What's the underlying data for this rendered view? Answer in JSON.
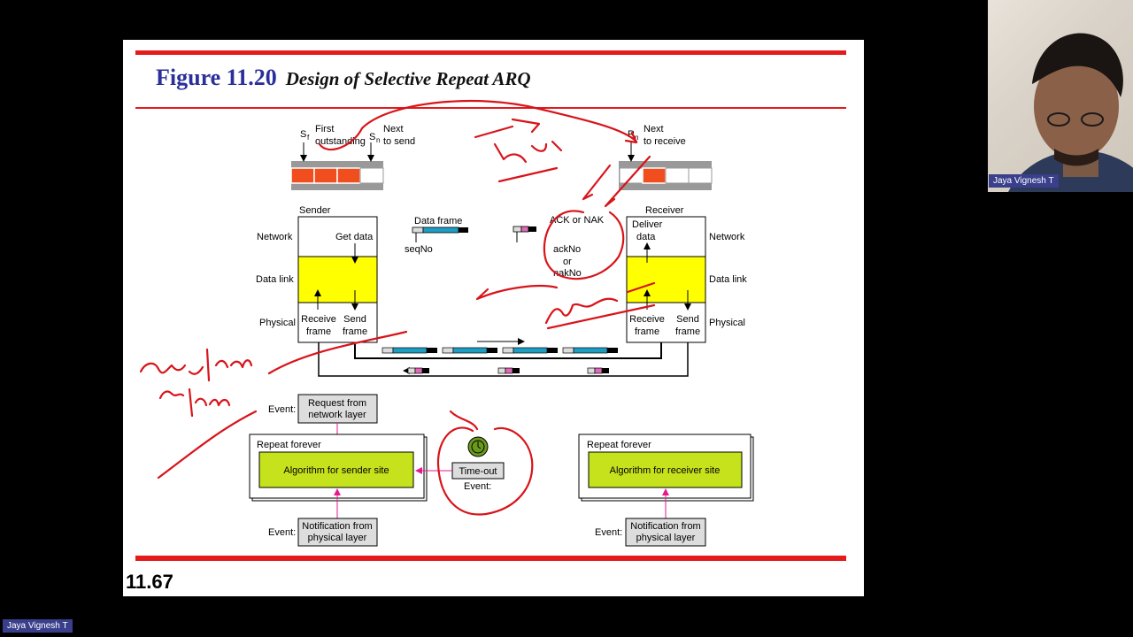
{
  "slide": {
    "figure_number": "Figure 11.20",
    "figure_title": "Design of Selective Repeat ARQ",
    "page_number": "11.67"
  },
  "sender_window": {
    "sf": "S",
    "sf_sub": "f",
    "sn": "S",
    "sn_sub": "n",
    "first_outstanding": [
      "First",
      "outstanding"
    ],
    "next_to_send": [
      "Next",
      "to send"
    ]
  },
  "receiver_window": {
    "rn": "R",
    "rn_sub": "n",
    "next_to_receive": [
      "Next",
      "to receive"
    ]
  },
  "sender": {
    "title": "Sender",
    "get_data": "Get data",
    "receive_frame": [
      "Receive",
      "frame"
    ],
    "send_frame": [
      "Send",
      "frame"
    ]
  },
  "receiver": {
    "title": "Receiver",
    "deliver_data": [
      "Deliver",
      "data"
    ],
    "receive_frame": [
      "Receive",
      "frame"
    ],
    "send_frame": [
      "Send",
      "frame"
    ]
  },
  "layers": {
    "network": "Network",
    "data_link": "Data link",
    "physical": "Physical"
  },
  "frames": {
    "data_frame": "Data frame",
    "seqno": "seqNo",
    "ack_nak": "ACK or NAK",
    "ackno": "ackNo",
    "or": "or",
    "nakno": "nakNo"
  },
  "events": {
    "event_label": "Event:",
    "request": [
      "Request from",
      "network layer"
    ],
    "notification": [
      "Notification from",
      "physical layer"
    ],
    "timeout": "Time-out",
    "repeat_forever": "Repeat forever",
    "sender_algo": "Algorithm for sender site",
    "receiver_algo": "Algorithm for receiver site"
  },
  "participants": {
    "video_name": "Jaya  Vignesh T",
    "corner_name": "Jaya  Vignesh T"
  },
  "colors": {
    "red": "#e31b1b",
    "blue_title": "#2a2f9a",
    "yellow": "#ffff00",
    "lime": "#c5e21c",
    "orange": "#f04e1e",
    "cyan": "#1e9dc3",
    "magenta": "#e6188c",
    "ink": "#d8141a"
  }
}
